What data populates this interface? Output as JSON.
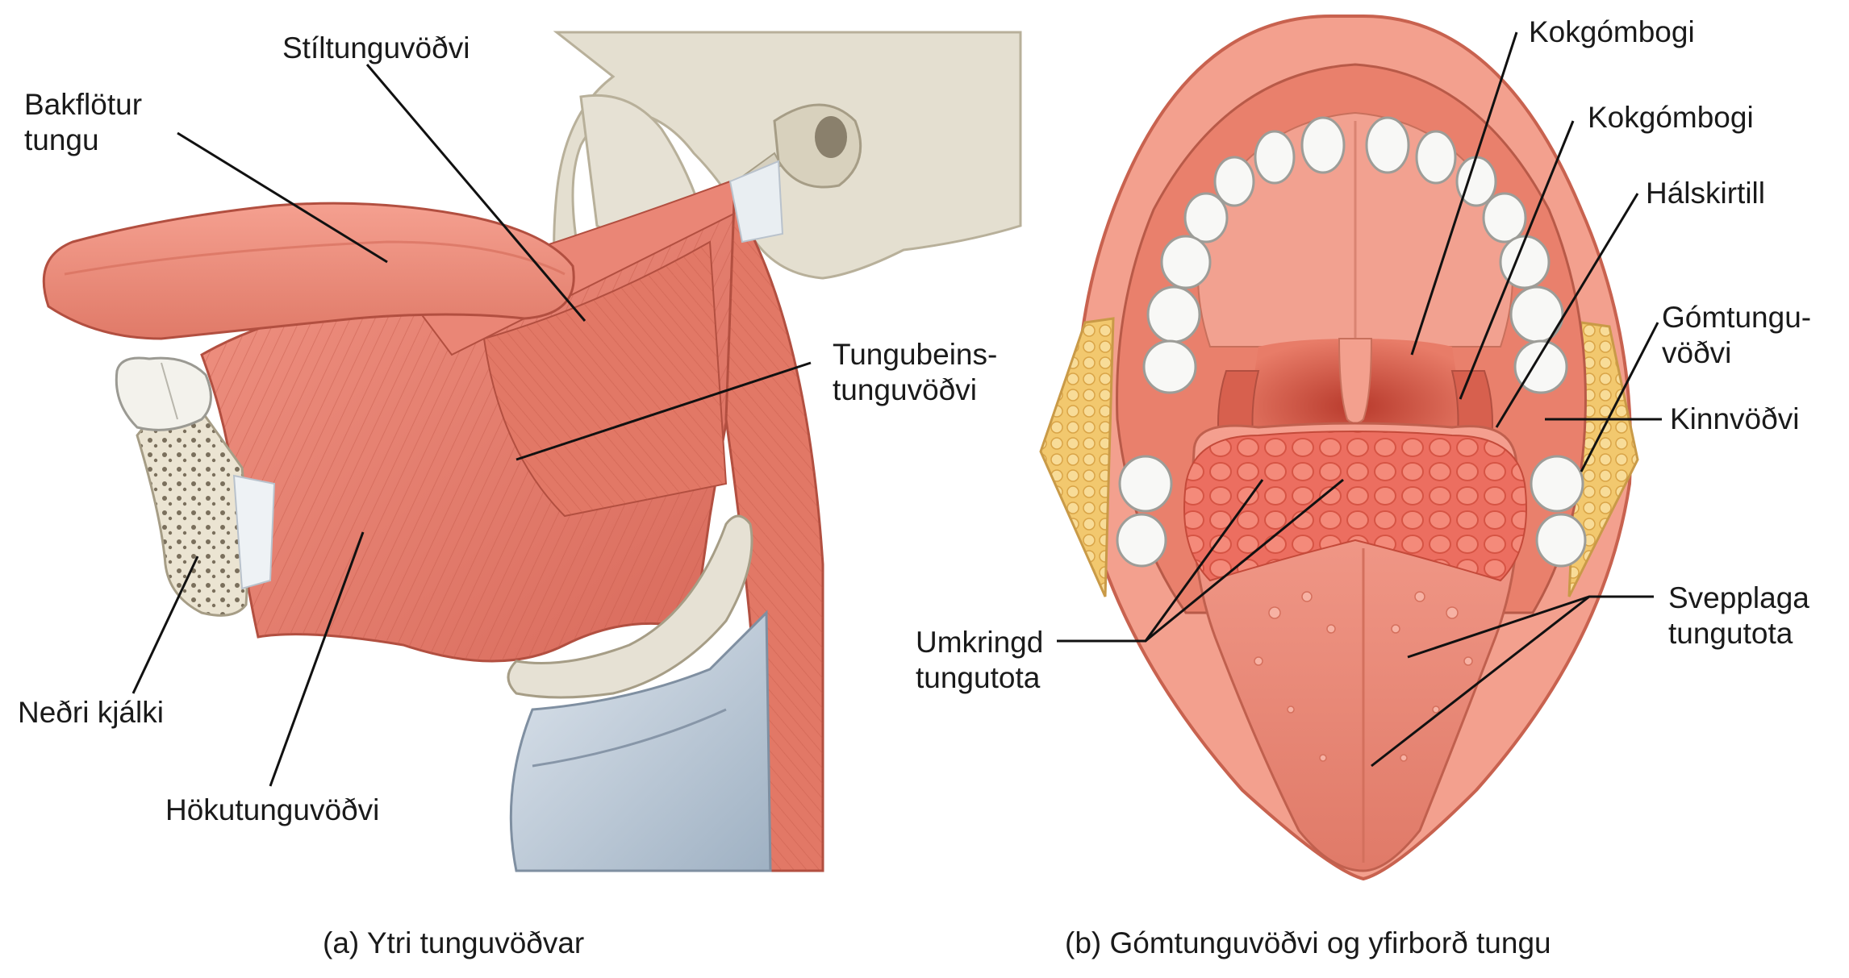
{
  "panel_a": {
    "caption": "(a) Ytri tunguvöðvar",
    "labels": {
      "dorsum": [
        "Bakflötur",
        "tungu"
      ],
      "styloglossus": "Stíltunguvöðvi",
      "hyoglossus": [
        "Tungubeins-",
        "tunguvöðvi"
      ],
      "mandible": "Neðri kjálki",
      "genioglossus": "Hökutunguvöðvi"
    }
  },
  "panel_b": {
    "caption": "(b) Gómtunguvöðvi og yfirborð tungu",
    "labels": {
      "arch1": "Kokgómbogi",
      "arch2": "Kokgómbogi",
      "tonsil": "Hálskirtill",
      "palatoglossus": [
        "Gómtungu-",
        "vöðvi"
      ],
      "buccinator": "Kinnvöðvi",
      "circumvallate": [
        "Umkringd",
        "tungutota"
      ],
      "fungiform": [
        "Svepplaga",
        "tungutota"
      ]
    }
  },
  "colors": {
    "muscle": "#e8806e",
    "muscle_dark": "#c85a4a",
    "bone": "#e6e1d4",
    "cartilage": "#bcc8d4",
    "fat": "#f0c36a",
    "tongue": "#ef8f7e"
  }
}
